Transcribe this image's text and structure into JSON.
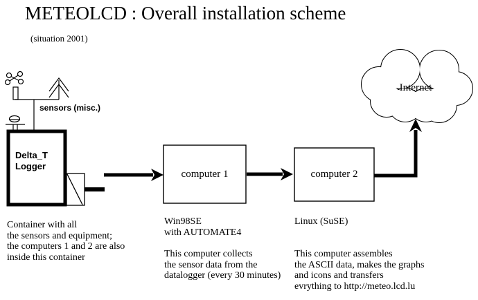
{
  "page": {
    "title": "METEOLCD : Overall installation scheme",
    "subtitle": "(situation 2001)"
  },
  "diagram": {
    "sensors_label": "sensors (misc.)",
    "logger_label": "Delta_T\nLogger",
    "computer1_label": "computer 1",
    "computer2_label": "computer 2",
    "internet_label": "Internet",
    "notes": {
      "container": "Container with all\nthe sensors and equipment;\nthe computers 1 and 2 are also\ninside this container",
      "computer1_os": "Win98SE\nwith AUTOMATE4",
      "computer1_desc": "This computer collects\nthe sensor data from the\ndatalogger (every 30 minutes)",
      "computer2_os": "Linux (SuSE)",
      "computer2_desc": "This computer assembles\nthe ASCII data, makes the graphs\nand icons and transfers\nevrything to http://meteo.lcd.lu"
    }
  },
  "colors": {
    "ink": "#000000",
    "background": "#ffffff"
  }
}
